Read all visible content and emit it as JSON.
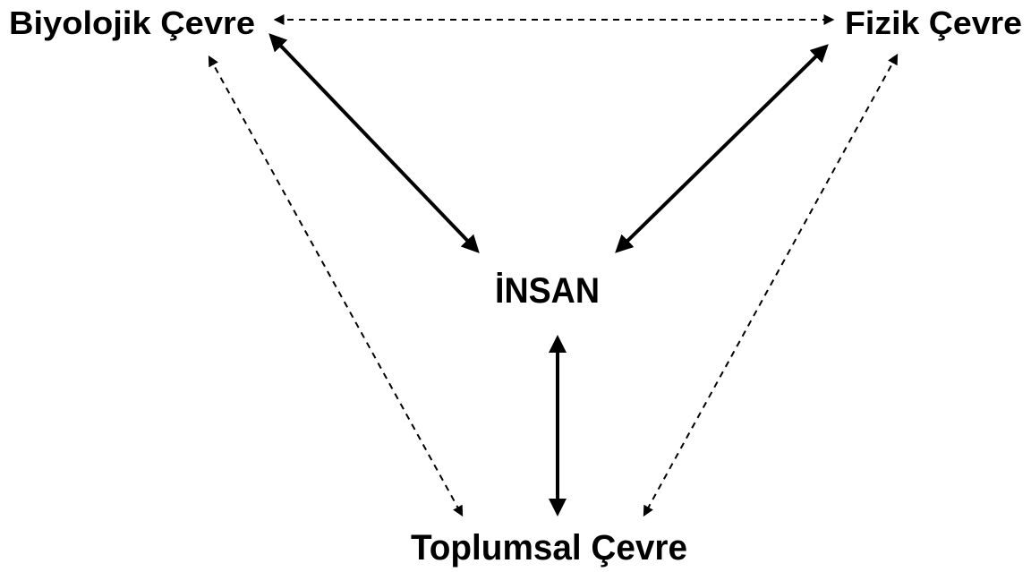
{
  "nodes": {
    "biological": "Biyolojik Çevre",
    "physical": "Fizik Çevre",
    "human": "İNSAN",
    "social": "Toplumsal Çevre"
  },
  "links": [
    {
      "from": "biological",
      "to": "physical",
      "style": "dashed",
      "direction": "both"
    },
    {
      "from": "biological",
      "to": "human",
      "style": "solid",
      "direction": "both"
    },
    {
      "from": "physical",
      "to": "human",
      "style": "solid",
      "direction": "both"
    },
    {
      "from": "human",
      "to": "social",
      "style": "solid",
      "direction": "both"
    },
    {
      "from": "biological",
      "to": "social",
      "style": "dashed",
      "direction": "both"
    },
    {
      "from": "physical",
      "to": "social",
      "style": "dashed",
      "direction": "both"
    }
  ],
  "colors": {
    "text": "#000000",
    "lines": "#000000",
    "background": "#ffffff"
  }
}
